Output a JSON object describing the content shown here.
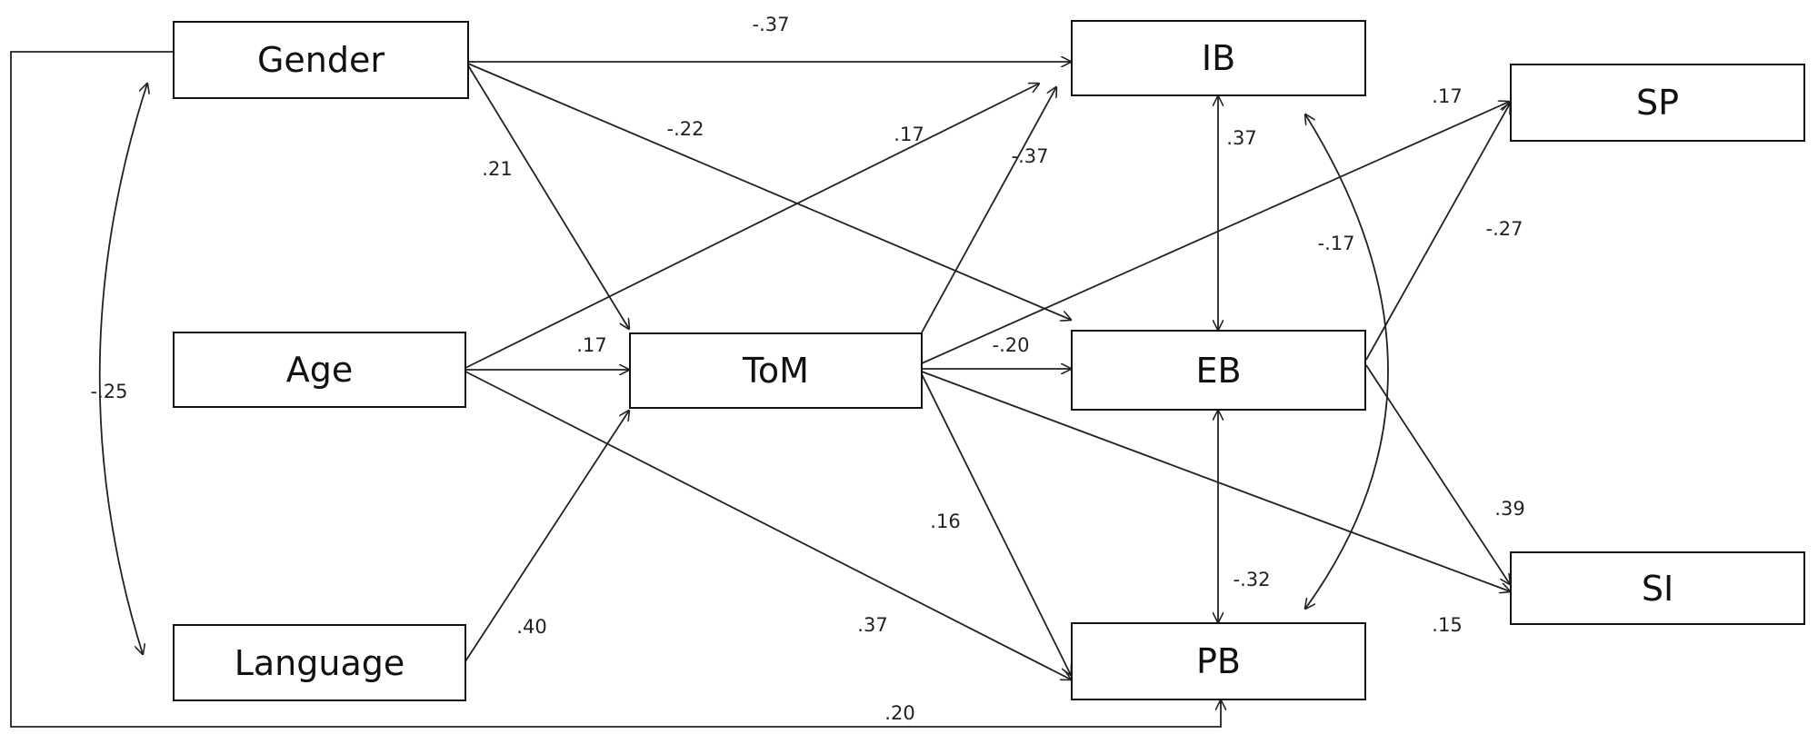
{
  "nodes": {
    "gender": "Gender",
    "age": "Age",
    "language": "Language",
    "tom": "ToM",
    "ib": "IB",
    "eb": "EB",
    "pb": "PB",
    "sp": "SP",
    "si": "SI"
  },
  "paths": [
    {
      "from": "Gender",
      "to": "IB",
      "value": "-.37"
    },
    {
      "from": "Gender",
      "to": "EB",
      "value": "-.22"
    },
    {
      "from": "Gender",
      "to": "ToM",
      "value": ".21"
    },
    {
      "from": "Age",
      "to": "IB",
      "value": ".17"
    },
    {
      "from": "Age",
      "to": "ToM",
      "value": ".17"
    },
    {
      "from": "Age",
      "to": "PB",
      "value": ".37"
    },
    {
      "from": "Language",
      "to": "ToM",
      "value": ".40"
    },
    {
      "from": "ToM",
      "to": "IB",
      "value": "-.37"
    },
    {
      "from": "ToM",
      "to": "EB",
      "value": "-.20"
    },
    {
      "from": "ToM",
      "to": "PB",
      "value": ".16"
    },
    {
      "from": "ToM",
      "to": "SP",
      "value": ".17"
    },
    {
      "from": "ToM",
      "to": "SI",
      "value": ".15"
    },
    {
      "from": "EB",
      "to": "SP",
      "value": "-.27"
    },
    {
      "from": "EB",
      "to": "SI",
      "value": ".39"
    },
    {
      "from": "Gender",
      "to": "PB",
      "value": ".20"
    }
  ],
  "correlations": [
    {
      "a": "Gender",
      "b": "Language",
      "value": "-.25"
    },
    {
      "a": "IB",
      "b": "EB",
      "value": ".37"
    },
    {
      "a": "EB",
      "b": "PB",
      "value": "-.32"
    },
    {
      "a": "IB",
      "b": "PB",
      "value": "-.17"
    }
  ],
  "colors": {
    "line": "#222222",
    "box_border": "#111111",
    "background": "#ffffff"
  }
}
